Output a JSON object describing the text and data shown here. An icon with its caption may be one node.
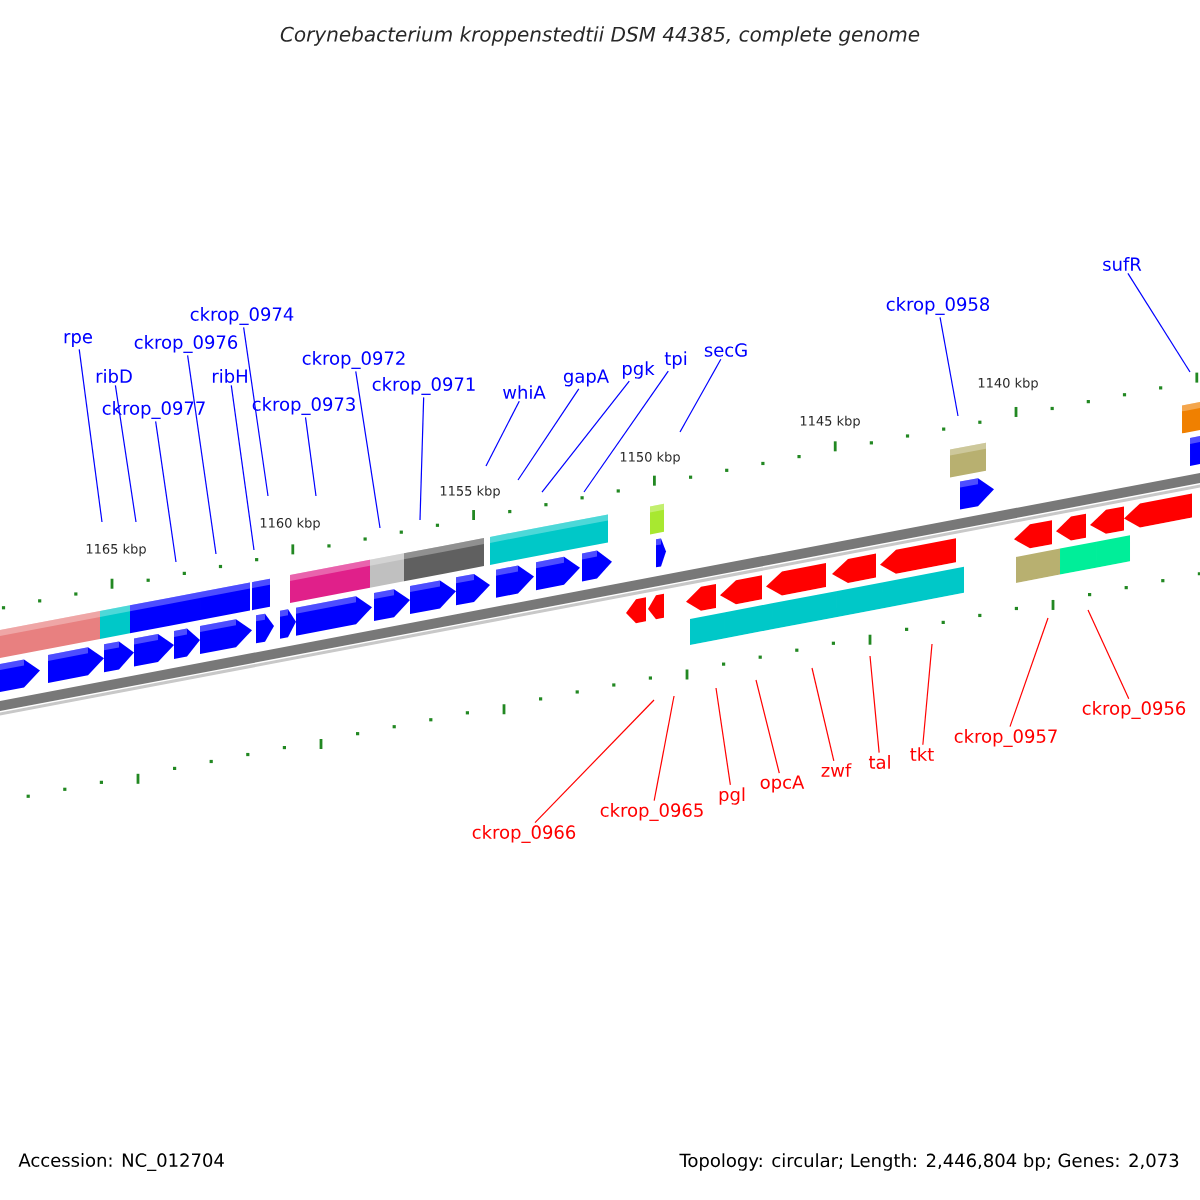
{
  "diagram": {
    "title": "Corynebacterium kroppenstedtii DSM 44385, complete genome",
    "nodes": [
      {
        "text": [
          "rpe"
        ]
      },
      {
        "text": [
          "ribD"
        ]
      },
      {
        "text": [
          "ckrop_0977"
        ]
      },
      {
        "text": [
          "ckrop_0976"
        ]
      },
      {
        "text": [
          "ckrop_0974"
        ]
      },
      {
        "text": [
          "ribH"
        ]
      },
      {
        "text": [
          "ckrop_0973"
        ]
      },
      {
        "text": [
          "ckrop_0972"
        ]
      },
      {
        "text": [
          "ckrop_0971"
        ]
      },
      {
        "text": [
          "whiA"
        ]
      },
      {
        "text": [
          "gapA"
        ]
      },
      {
        "text": [
          "pgk"
        ]
      },
      {
        "text": [
          "tpi"
        ]
      },
      {
        "text": [
          "secG"
        ]
      },
      {
        "text": [
          "ckrop_0958"
        ]
      },
      {
        "text": [
          "sufR"
        ]
      },
      {
        "text": [
          "ckrop_0966"
        ]
      },
      {
        "text": [
          "ckrop_0965"
        ]
      },
      {
        "text": [
          "pgl"
        ]
      },
      {
        "text": [
          "opcA"
        ]
      },
      {
        "text": [
          "zwf"
        ]
      },
      {
        "text": [
          "tal"
        ]
      },
      {
        "text": [
          "tkt"
        ]
      },
      {
        "text": [
          "ckrop_0957"
        ]
      },
      {
        "text": [
          "ckrop_0956"
        ]
      }
    ],
    "edges": [
      {
        "from": 0,
        "to": null,
        "arrow": "none"
      },
      {
        "from": 1,
        "to": null,
        "arrow": "none"
      },
      {
        "from": 2,
        "to": null,
        "arrow": "none"
      },
      {
        "from": 3,
        "to": null,
        "arrow": "none"
      },
      {
        "from": 4,
        "to": null,
        "arrow": "none"
      },
      {
        "from": 5,
        "to": null,
        "arrow": "none"
      },
      {
        "from": 6,
        "to": null,
        "arrow": "none"
      },
      {
        "from": 7,
        "to": null,
        "arrow": "none"
      },
      {
        "from": 8,
        "to": null,
        "arrow": "none"
      },
      {
        "from": 9,
        "to": null,
        "arrow": "none"
      },
      {
        "from": 10,
        "to": null,
        "arrow": "none"
      },
      {
        "from": 11,
        "to": null,
        "arrow": "none"
      },
      {
        "from": 12,
        "to": null,
        "arrow": "none"
      },
      {
        "from": 13,
        "to": null,
        "arrow": "none"
      },
      {
        "from": 14,
        "to": null,
        "arrow": "none"
      },
      {
        "from": 15,
        "to": null,
        "arrow": "none"
      },
      {
        "from": 16,
        "to": null,
        "arrow": "none",
        "color": "#ff0000"
      },
      {
        "from": 17,
        "to": null,
        "arrow": "none",
        "color": "#ff0000"
      },
      {
        "from": 18,
        "to": null,
        "arrow": "none",
        "color": "#ff0000"
      },
      {
        "from": 19,
        "to": null,
        "arrow": "none",
        "color": "#ff0000"
      },
      {
        "from": 20,
        "to": null,
        "arrow": "none",
        "color": "#ff0000"
      },
      {
        "from": 21,
        "to": null,
        "arrow": "none",
        "color": "#ff0000"
      },
      {
        "from": 22,
        "to": null,
        "arrow": "none",
        "color": "#ff0000"
      },
      {
        "from": 23,
        "to": null,
        "arrow": "none",
        "color": "#ff0000"
      },
      {
        "from": 24,
        "to": null,
        "arrow": "none",
        "color": "#ff0000"
      }
    ],
    "labels": [
      "1165 kbp",
      "1160 kbp",
      "1155 kbp",
      "1150 kbp",
      "1145 kbp",
      "1140 kbp",
      "Accession: NC_012704",
      "Topology: circular; Length: 2,446,804 bp; Genes: 2,073"
    ]
  }
}
